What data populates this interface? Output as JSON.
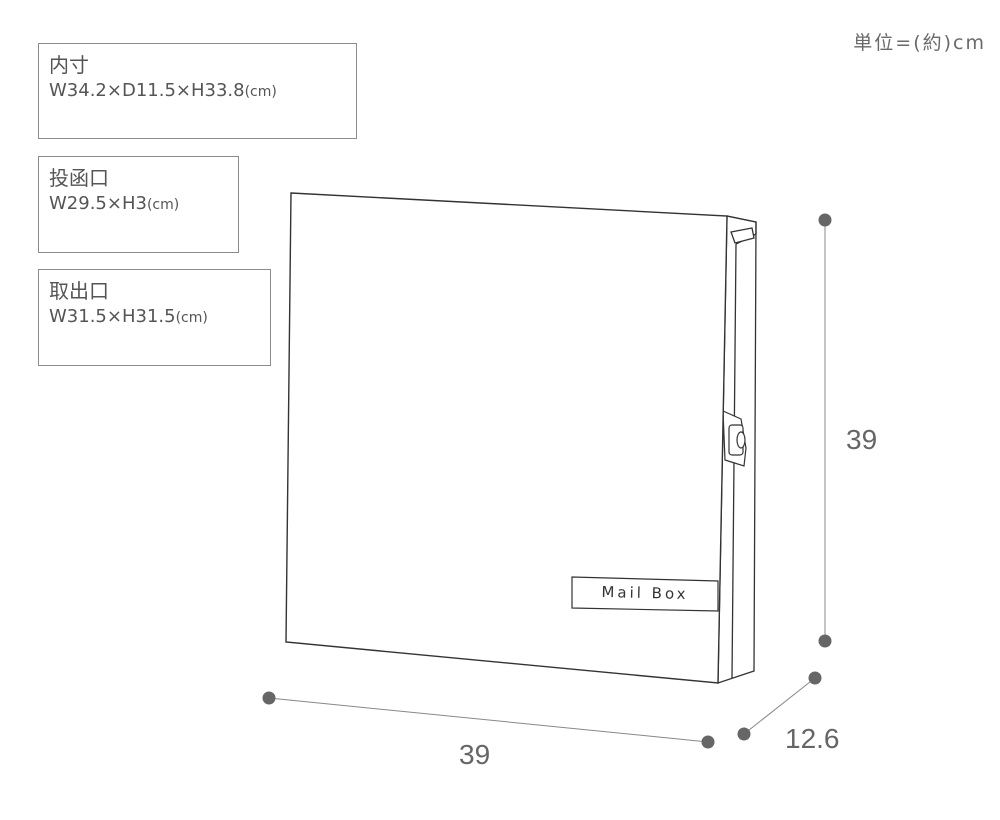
{
  "unit_note": "単位=(約)cm",
  "specs": {
    "inner": {
      "title": "内寸",
      "value": "W34.2×D11.5×H33.8",
      "unit": "(cm)"
    },
    "slot": {
      "title": "投函口",
      "value": "W29.5×H3",
      "unit": "(cm)"
    },
    "outlet": {
      "title": "取出口",
      "value": "W31.5×H31.5",
      "unit": "(cm)"
    }
  },
  "product": {
    "nameplate": "Mail Box"
  },
  "dimensions": {
    "height": "39",
    "width": "39",
    "depth": "12.6"
  },
  "colors": {
    "line": "#333333",
    "dim_line": "#888888",
    "dot": "#666666"
  }
}
